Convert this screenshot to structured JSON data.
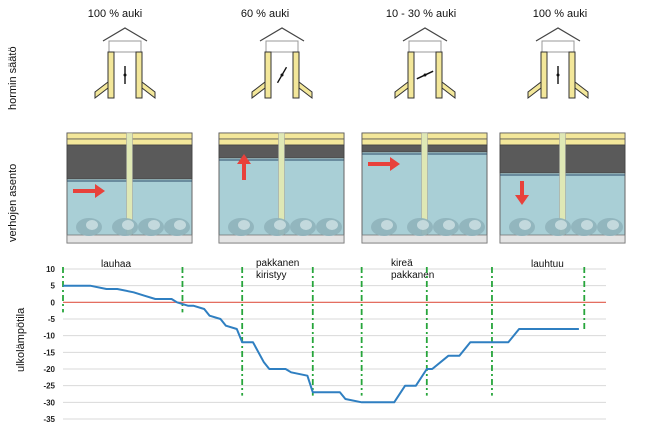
{
  "damper_section": {
    "axis_label": "hormin säätö",
    "states": [
      {
        "label": "100 % auki",
        "blade_angle": 90
      },
      {
        "label": "60 % auki",
        "blade_angle": 60
      },
      {
        "label": "10 - 30 % auki",
        "blade_angle": 25
      },
      {
        "label": "100 % auki",
        "blade_angle": 90
      }
    ]
  },
  "curtain_section": {
    "axis_label": "verhojen asento",
    "panels": [
      {
        "arrow": "right",
        "curtain_open_fraction": 0.5
      },
      {
        "arrow": "up",
        "curtain_open_fraction": 0.85
      },
      {
        "arrow": "right",
        "curtain_open_fraction": 0.95
      },
      {
        "arrow": "down",
        "curtain_open_fraction": 0.6
      }
    ]
  },
  "phases": [
    {
      "label": "lauhaa"
    },
    {
      "label": "pakkanen\nkiristyy"
    },
    {
      "label": "kireä\npakkanen"
    },
    {
      "label": "lauhtuu"
    }
  ],
  "colors": {
    "roof_yellow": "#f3e79a",
    "curtain_dark": "#5a5a5a",
    "water_blue": "#a9cfd6",
    "line_blue": "#2f7fc1",
    "zero_line": "#e05a4a",
    "phase_marker": "#27a53b",
    "arrow_red": "#e8413b"
  },
  "chart_data": {
    "type": "line",
    "ylabel": "ulkolämpötila",
    "ylim": [
      -35,
      10
    ],
    "yticks": [
      10,
      5,
      0,
      -5,
      -10,
      -15,
      -20,
      -25,
      -30,
      -35
    ],
    "grid": true,
    "x_range": [
      0,
      100
    ],
    "series": [
      {
        "x": [
          0,
          5,
          8,
          10,
          13,
          15,
          17,
          18,
          20,
          21,
          23,
          24,
          26,
          27,
          29,
          30,
          32,
          33,
          35,
          37,
          38,
          41,
          42,
          45,
          46,
          49,
          51,
          52,
          55,
          57,
          58,
          61,
          63,
          65,
          67,
          68,
          71,
          73,
          75,
          77,
          78,
          81,
          82,
          84,
          85,
          90,
          91,
          93,
          95
        ],
        "y": [
          5,
          5,
          4,
          4,
          3,
          2,
          1,
          1,
          1,
          0,
          -1,
          -1,
          -2,
          -4,
          -5,
          -7,
          -8,
          -12,
          -12,
          -18,
          -20,
          -20,
          -21,
          -22,
          -27,
          -27,
          -27,
          -29,
          -30,
          -30,
          -30,
          -30,
          -25,
          -25,
          -20,
          -20,
          -16,
          -16,
          -12,
          -12,
          -12,
          -12,
          -12,
          -8,
          -8,
          -8,
          -8,
          -8,
          -8
        ]
      }
    ],
    "phase_markers_x": [
      0,
      22,
      33,
      46,
      55,
      67,
      79,
      96
    ]
  }
}
